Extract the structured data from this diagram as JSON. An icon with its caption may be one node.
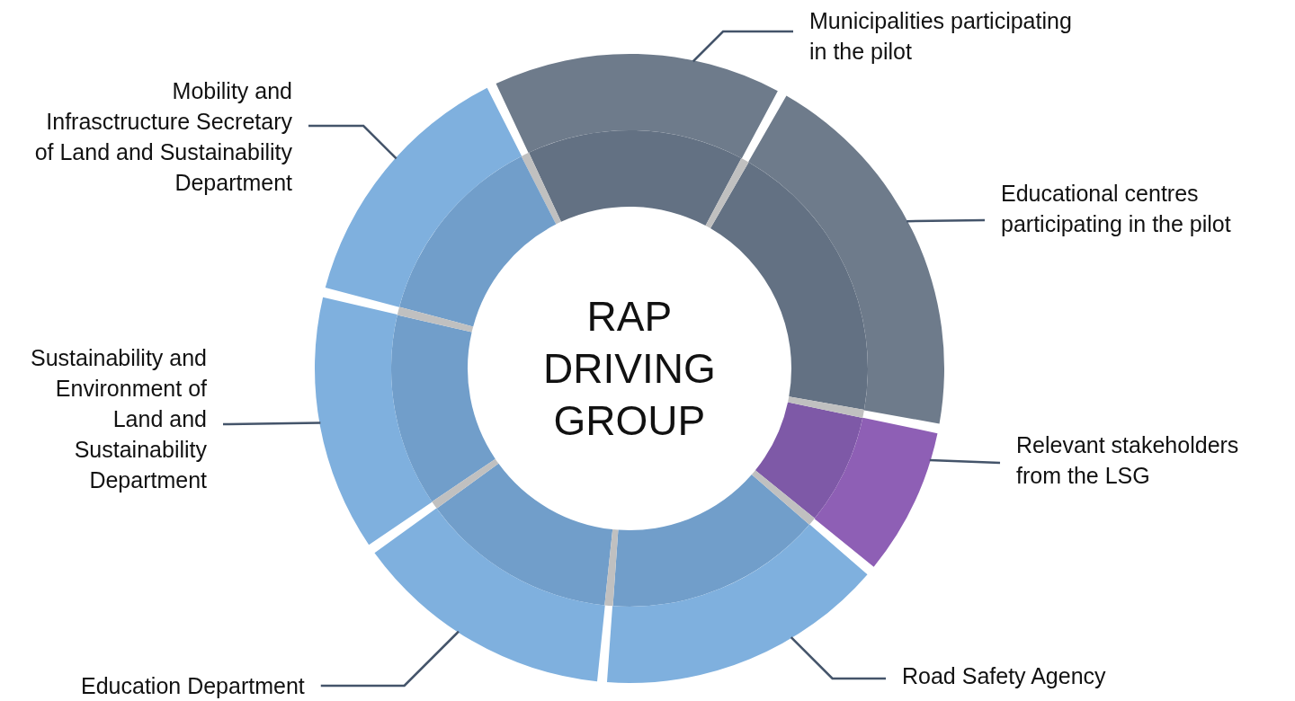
{
  "diagram": {
    "nodes": [
      {
        "text": [
          "Municipalities participating in the pilot"
        ]
      },
      {
        "text": [
          "Mobility and Infrasctructure Secretary of Land and Sustainability Department"
        ]
      },
      {
        "text": [
          "Educational centres participating in the pilot"
        ]
      },
      {
        "text": [
          "RAP DRIVING GROUP"
        ]
      },
      {
        "text": [
          "Sustainability and Environment of Land and Sustainability Department"
        ]
      },
      {
        "text": [
          "Relevant stakeholders from the LSG"
        ]
      },
      {
        "text": [
          "Education Department"
        ]
      },
      {
        "text": [
          "Road Safety Agency"
        ]
      },
      {
        "text": [],
        "shape": "sector"
      },
      {
        "text": [],
        "shape": "sector"
      },
      {
        "text": [],
        "shape": "sector"
      },
      {
        "text": [],
        "shape": "sector"
      },
      {
        "text": [],
        "shape": "sector"
      },
      {
        "text": [],
        "shape": "sector"
      },
      {
        "text": [],
        "shape": "sector"
      }
    ],
    "edges": [
      {
        "from": 0,
        "to": 8,
        "arrow": "none"
      },
      {
        "from": 1,
        "to": 14,
        "arrow": "none"
      },
      {
        "from": 2,
        "to": 9,
        "arrow": "none"
      },
      {
        "from": 4,
        "to": 13,
        "arrow": "none"
      },
      {
        "from": 5,
        "to": 10,
        "arrow": "none"
      },
      {
        "from": 6,
        "to": 12,
        "arrow": "none"
      },
      {
        "from": 7,
        "to": 11,
        "arrow": "none"
      }
    ]
  }
}
